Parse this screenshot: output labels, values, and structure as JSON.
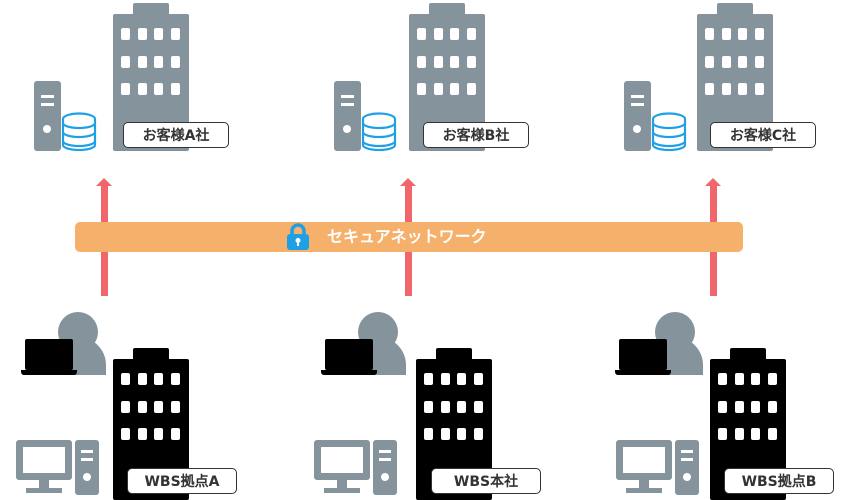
{
  "network": {
    "label": "セキュアネットワーク",
    "icon": "lock-icon",
    "bar_color": "#f5b06b",
    "lock_color": "#1ea0e6"
  },
  "arrow_color": "#f0666a",
  "customers": [
    {
      "label": "お客様A社",
      "icons": [
        "server-tower-icon",
        "database-icon",
        "building-icon"
      ]
    },
    {
      "label": "お客様B社",
      "icons": [
        "server-tower-icon",
        "database-icon",
        "building-icon"
      ]
    },
    {
      "label": "お客様C社",
      "icons": [
        "server-tower-icon",
        "database-icon",
        "building-icon"
      ]
    }
  ],
  "wbs_sites": [
    {
      "label": "WBS拠点A",
      "icons": [
        "person-icon",
        "laptop-icon",
        "desktop-pc-icon",
        "building-icon"
      ]
    },
    {
      "label": "WBS本社",
      "icons": [
        "person-icon",
        "laptop-icon",
        "desktop-pc-icon",
        "building-icon"
      ]
    },
    {
      "label": "WBS拠点B",
      "icons": [
        "person-icon",
        "laptop-icon",
        "desktop-pc-icon",
        "building-icon"
      ]
    }
  ],
  "colors": {
    "customer_building": "#85939c",
    "wbs_building": "#000000",
    "database": "#1ea0e6",
    "label_border": "#333333"
  }
}
